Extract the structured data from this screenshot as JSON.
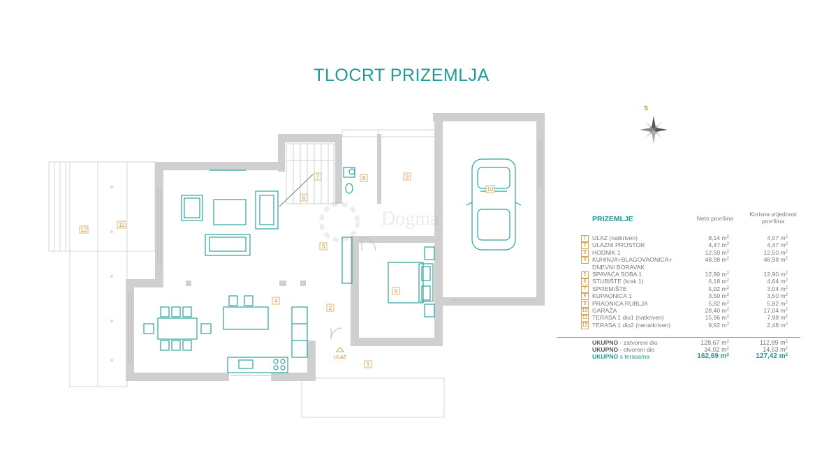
{
  "title": "TLOCRT PRIZEMLJA",
  "watermark": "Dogma",
  "colors": {
    "accent": "#1f9a94",
    "wall": "#cfcfcf",
    "label": "#c98d2a",
    "text": "#7a7a7a"
  },
  "compass": {
    "north_label": "S",
    "icon": "compass-rose-icon"
  },
  "plan_labels": {
    "entrance": "ULAZ"
  },
  "room_numbers": [
    "1",
    "2",
    "3",
    "4",
    "5",
    "6",
    "7",
    "8",
    "9",
    "10",
    "11",
    "12"
  ],
  "legend": {
    "heading": "PRIZEMLJE",
    "col_net": "Neto površina",
    "col_usable_line1": "Korisna vrijednost",
    "col_usable_line2": "površina",
    "unit": "m",
    "unit_exp": "2",
    "rows": [
      {
        "n": "1",
        "label": "ULAZ (natkriven)",
        "net": "8,14 m",
        "usable": "4,07 m"
      },
      {
        "n": "2",
        "label": "ULAZNI PROSTOR",
        "net": "4,47 m",
        "usable": "4,47 m"
      },
      {
        "n": "3",
        "label": "HODNIK 1",
        "net": "12,50 m",
        "usable": "12,50 m"
      },
      {
        "n": "4",
        "label": "KUHINJA+BLAGOVAONICA+",
        "net": "48,98 m",
        "usable": "48,98 m"
      },
      {
        "n": "",
        "label": "DNEVNI BORAVAK",
        "net": "",
        "usable": ""
      },
      {
        "n": "5",
        "label": "SPAVAĆA SOBA 1",
        "net": "12,90 m",
        "usable": "12,90 m"
      },
      {
        "n": "6",
        "label": "STUBIŠTE  (krak 1)",
        "net": "6,18 m",
        "usable": "4,64 m"
      },
      {
        "n": "7",
        "label": "SPREMIŠTE",
        "net": "5,92 m",
        "usable": "3,04 m"
      },
      {
        "n": "8",
        "label": "KUPAONICA 1",
        "net": "3,50 m",
        "usable": "3,50 m"
      },
      {
        "n": "9",
        "label": "PRAONICA RUBLJA",
        "net": "5,82 m",
        "usable": "5,82 m"
      },
      {
        "n": "10",
        "label": "GARAŽA",
        "net": "28,40 m",
        "usable": "17,04 m"
      },
      {
        "n": "11",
        "label": "TERASA 1 dio1 (natkriven)",
        "net": "15,96 m",
        "usable": "7,98 m"
      },
      {
        "n": "12",
        "label": "TERASA 1 dio2 (nenatkriven)",
        "net": "9,92 m",
        "usable": "2,48 m"
      }
    ],
    "totals": [
      {
        "bold": "UKUPNO",
        "rest": " - zatvoreni dio",
        "net": "128,67 m",
        "usable": "112,89 m"
      },
      {
        "bold": "UKUPNO",
        "rest": " - otvoreni dio",
        "net": "34,02 m",
        "usable": "14,53 m"
      },
      {
        "bold": "UKUPNO",
        "rest": " s terasama",
        "net": "162,69 m",
        "usable": "127,42 m"
      }
    ]
  }
}
